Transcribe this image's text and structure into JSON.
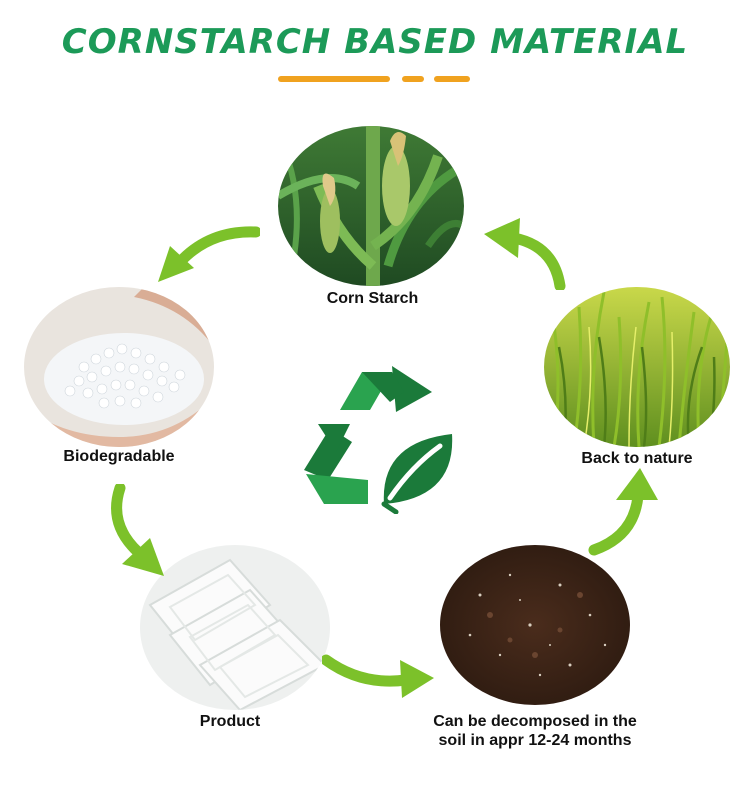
{
  "title": "CORNSTARCH BASED MATERIAL",
  "stages": {
    "corn": {
      "label": "Corn Starch"
    },
    "granules": {
      "label": "Biodegradable"
    },
    "product": {
      "label": "Product"
    },
    "soil": {
      "label_line1": "Can be decomposed in the",
      "label_line2": "soil in appr 12-24 months"
    },
    "grass": {
      "label": "Back to nature"
    }
  },
  "colors": {
    "title": "#1c9a58",
    "accent_line": "#f0a21f",
    "arrow": "#7cc12a",
    "recycle_dark": "#1b7a3a",
    "recycle_light": "#2aa34f"
  },
  "icons": {
    "center": "recycle-leaf-icon",
    "arrows": "curved-arrow-icon"
  }
}
